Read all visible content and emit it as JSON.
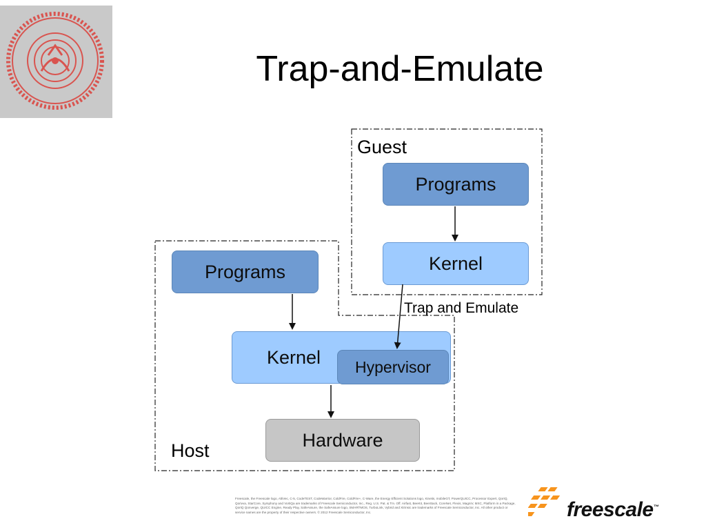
{
  "slide": {
    "title": "Trap-and-Emulate"
  },
  "logo": {
    "name": "IIT Delhi seal",
    "text": "INDIAN INSTITUTE OF TECHNOLOGY DELHI"
  },
  "diagram": {
    "guest": {
      "label": "Guest",
      "programs": "Programs",
      "kernel": "Kernel"
    },
    "host": {
      "label": "Host",
      "programs": "Programs",
      "kernel": "Kernel",
      "hypervisor": "Hypervisor",
      "hardware": "Hardware"
    },
    "trap_label": "Trap and Emulate",
    "colors": {
      "dark_box": "#6f9bd2",
      "light_box": "#9ecbff",
      "hardware_box": "#c6c6c6",
      "brand_orange": "#f7941d"
    }
  },
  "footer": {
    "fine_print": "Freescale, the Freescale logo, AltiVec, C-5, CodeTEST, CodeWarrior, ColdFire, ColdFire+, C-Ware, the Energy Efficient Solutions logo, Kinetis, mobileGT, PowerQUICC, Processor Expert, QorIQ, Qorivva, StarCore, Symphony and VortiQa are trademarks of Freescale Semiconductor, Inc., Reg. U.S. Pat. & Tm. Off. Airfast, BeeKit, BeeStack, CoreNet, Flexis, MagniV, MXC, Platform in a Package, QorIQ Qonverge, QUICC Engine, Ready Play, SafeAssure, the SafeAssure logo, SMARTMOS, TurboLink, Vybrid and Xtrinsic are trademarks of Freescale Semiconductor, Inc. All other product or service names are the property of their respective owners. © 2012 Freescale Semiconductor, Inc.",
    "brand": "freescale",
    "brand_tm": "™"
  }
}
